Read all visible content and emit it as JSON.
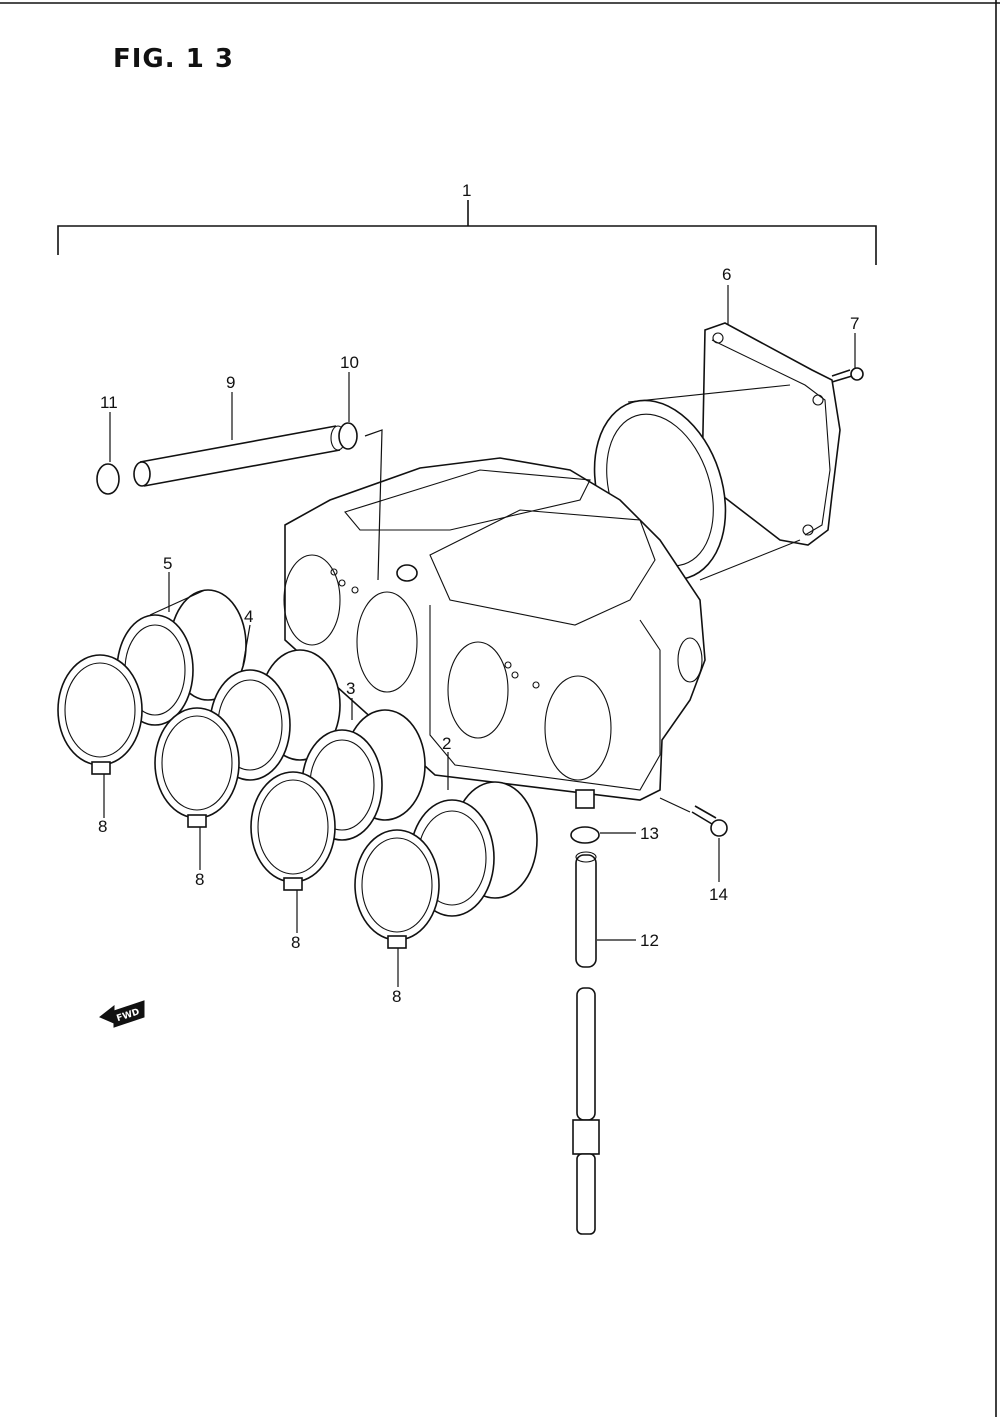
{
  "figure": {
    "title": "FIG. 1 3",
    "direction_marker": "FWD"
  },
  "callouts": {
    "c1": "1",
    "c2": "2",
    "c3": "3",
    "c4": "4",
    "c5": "5",
    "c6": "6",
    "c7": "7",
    "c8a": "8",
    "c8b": "8",
    "c8c": "8",
    "c8d": "8",
    "c9": "9",
    "c10": "10",
    "c11": "11",
    "c12": "12",
    "c13": "13",
    "c14": "14"
  },
  "icons": [
    "fwd-arrow-icon"
  ]
}
